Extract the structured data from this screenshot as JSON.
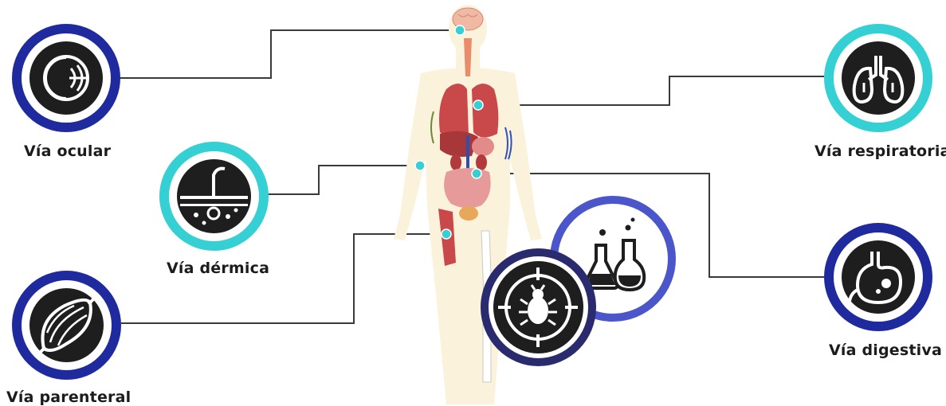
{
  "routes": {
    "ocular": {
      "label": "Vía ocular",
      "ring_color": "#1f2a9e",
      "icon": "eye-icon"
    },
    "dermica": {
      "label": "Vía dérmica",
      "ring_color": "#34d0d3",
      "icon": "skin-hair-icon"
    },
    "parenteral": {
      "label": "Vía parenteral",
      "ring_color": "#1f2a9e",
      "icon": "muscle-icon"
    },
    "respiratoria": {
      "label": "Vía respiratoria",
      "ring_color": "#34d0d3",
      "icon": "lungs-icon"
    },
    "digestiva": {
      "label": "Vía digestiva",
      "ring_color": "#1f2a9e",
      "icon": "stomach-icon"
    }
  },
  "center_badges": {
    "lab": {
      "ring_color": "#4a56c9",
      "icon": "lab-flask-icon"
    },
    "pest": {
      "ring_color": "#2a2a6e",
      "icon": "bug-target-icon"
    }
  },
  "colors": {
    "connector": "#3a3a3a",
    "entry_point": "#34d0d3",
    "organ_red": "#c9484a",
    "skin": "#fbf2dc"
  }
}
